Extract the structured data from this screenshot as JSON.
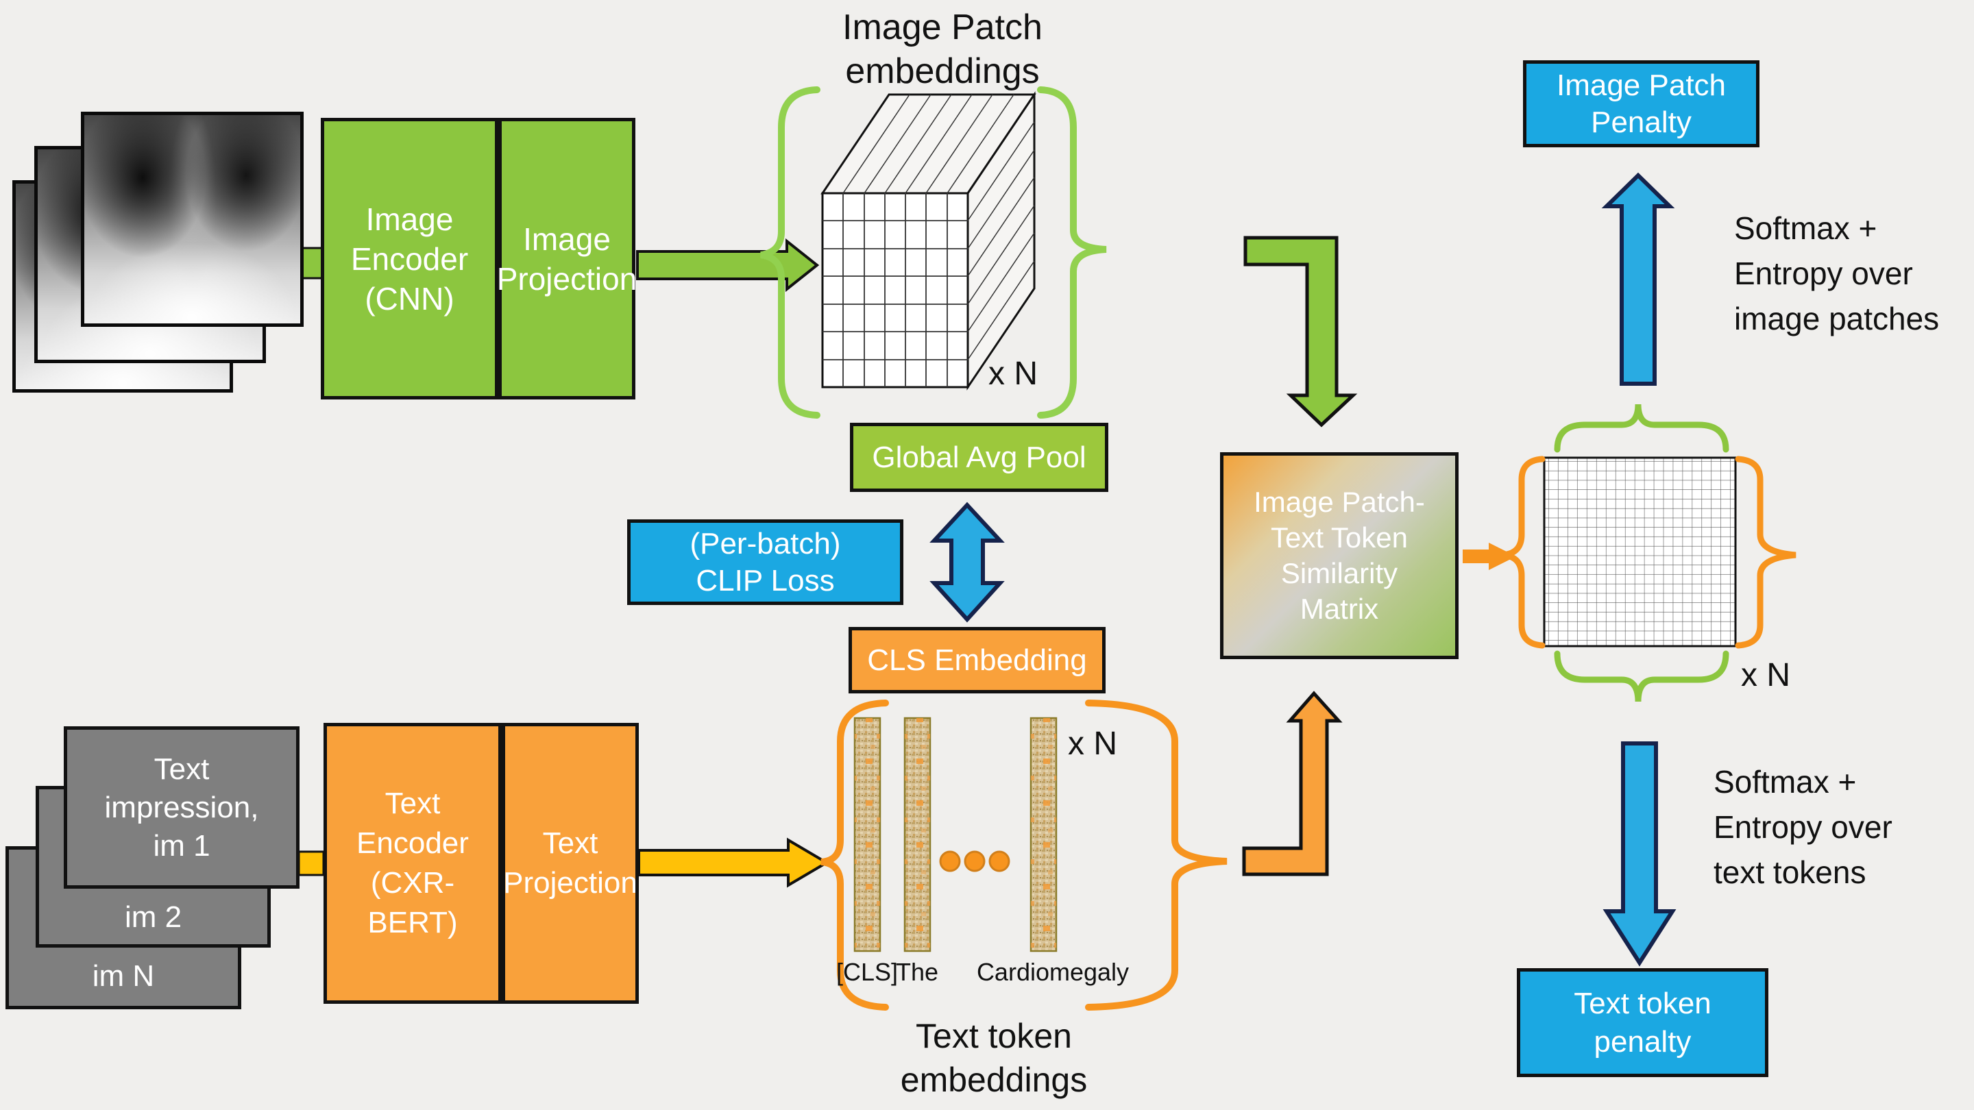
{
  "colors": {
    "green": "#8CC63F",
    "orange_box": "#F9A13B",
    "orange_deep": "#F7941E",
    "blue": "#1BA8E2",
    "blue_outline": "#15224B",
    "yellow": "#FFC107",
    "gray_box": "#7F7F7F",
    "background": "#F0EFED"
  },
  "image_branch": {
    "patch_embeddings_title": "Image Patch\nembeddings",
    "encoder": "Image\nEncoder\n(CNN)",
    "projection": "Image\nProjection",
    "xn": "x N",
    "global_avg_pool": "Global Avg Pool"
  },
  "text_branch": {
    "stack_front": "Text\nimpression,\nim 1",
    "stack_mid": "im 2",
    "stack_back": "im N",
    "encoder": "Text Encoder\n(CXR-BERT)",
    "projection": "Text\nProjection",
    "cls_embedding": "CLS Embedding",
    "tokens": [
      "[CLS]",
      "The",
      "Cardiomegaly"
    ],
    "xn": "x N",
    "caption": "Text token\nembeddings"
  },
  "loss": {
    "clip": "(Per-batch)\nCLIP Loss"
  },
  "similarity": {
    "matrix_label": "Image Patch-\nText Token\nSimilarity\nMatrix",
    "xn": "x N"
  },
  "right_panel": {
    "image_patch_penalty": "Image Patch\nPenalty",
    "softmax_image": "Softmax +\nEntropy over\nimage patches",
    "text_token_penalty": "Text token\npenalty",
    "softmax_text": "Softmax +\nEntropy over\ntext tokens"
  }
}
